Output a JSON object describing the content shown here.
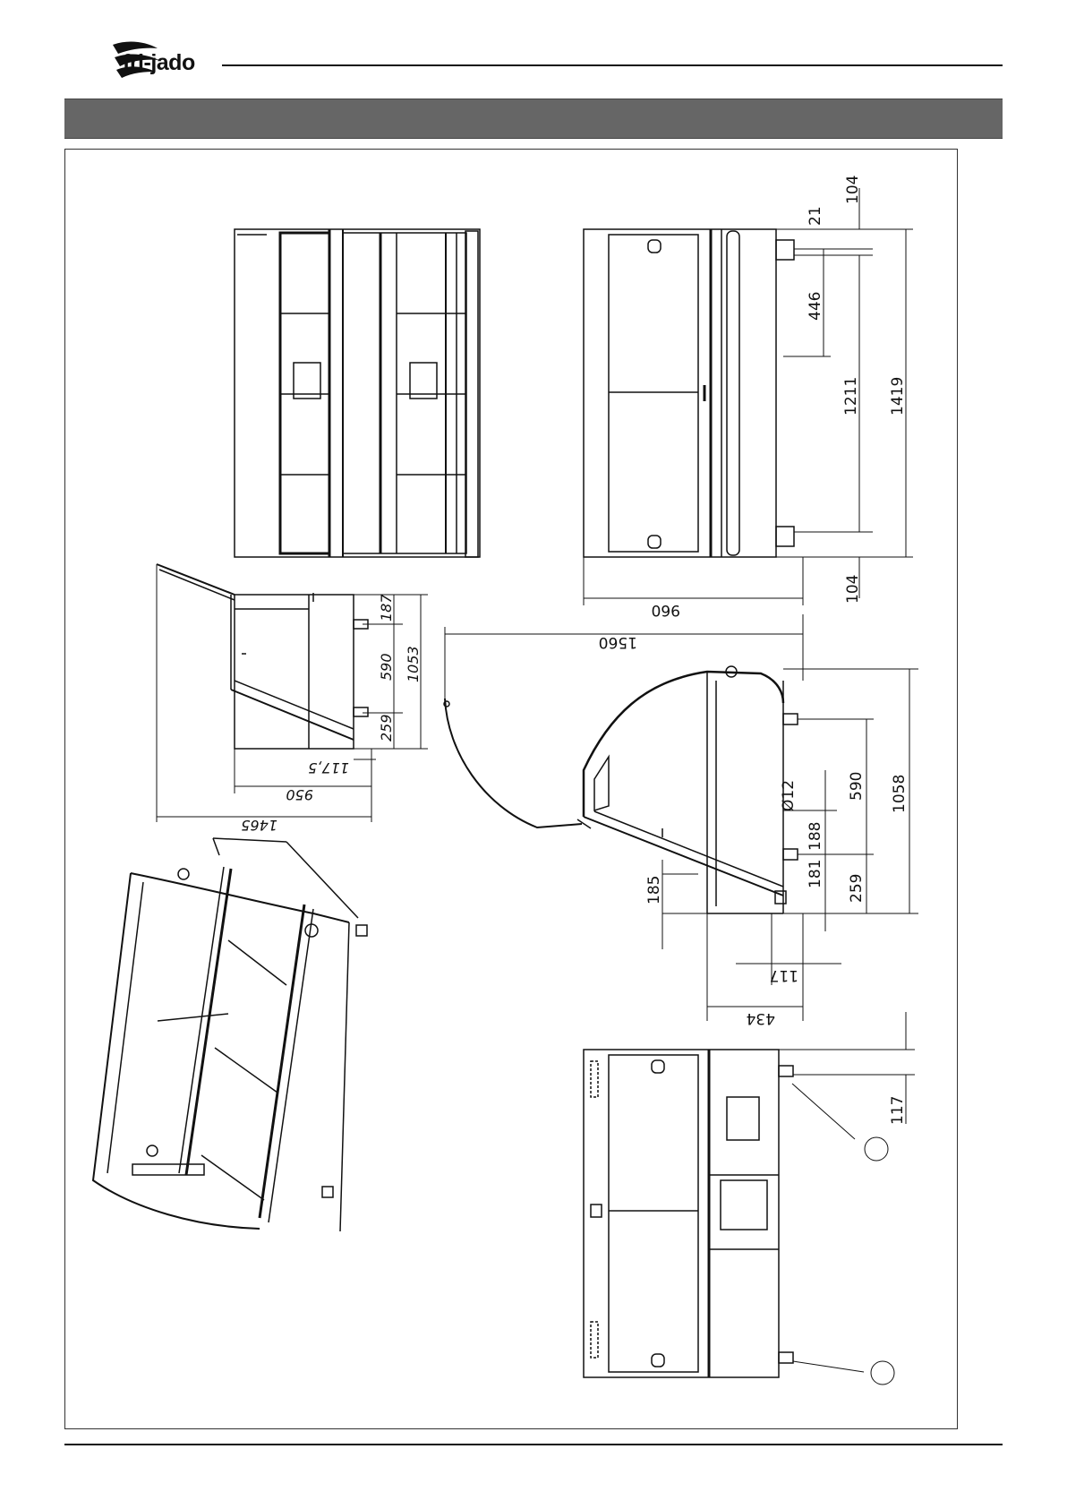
{
  "brand": {
    "name": "fri-jado",
    "logo_icon": "fri-jado-swoosh-icon"
  },
  "page": {
    "title_bar_text": ""
  },
  "dimensions": {
    "top_view": [
      "104",
      "21",
      "446",
      "1211",
      "1419",
      "104",
      "960"
    ],
    "side_view_open": [
      "187",
      "590",
      "1053",
      "259",
      "117,5",
      "950",
      "1465"
    ],
    "side_view": [
      "1560",
      "590",
      "1058",
      "Ø12",
      "188",
      "181",
      "259",
      "185",
      "117",
      "434"
    ],
    "rear_view": [
      "117"
    ]
  }
}
